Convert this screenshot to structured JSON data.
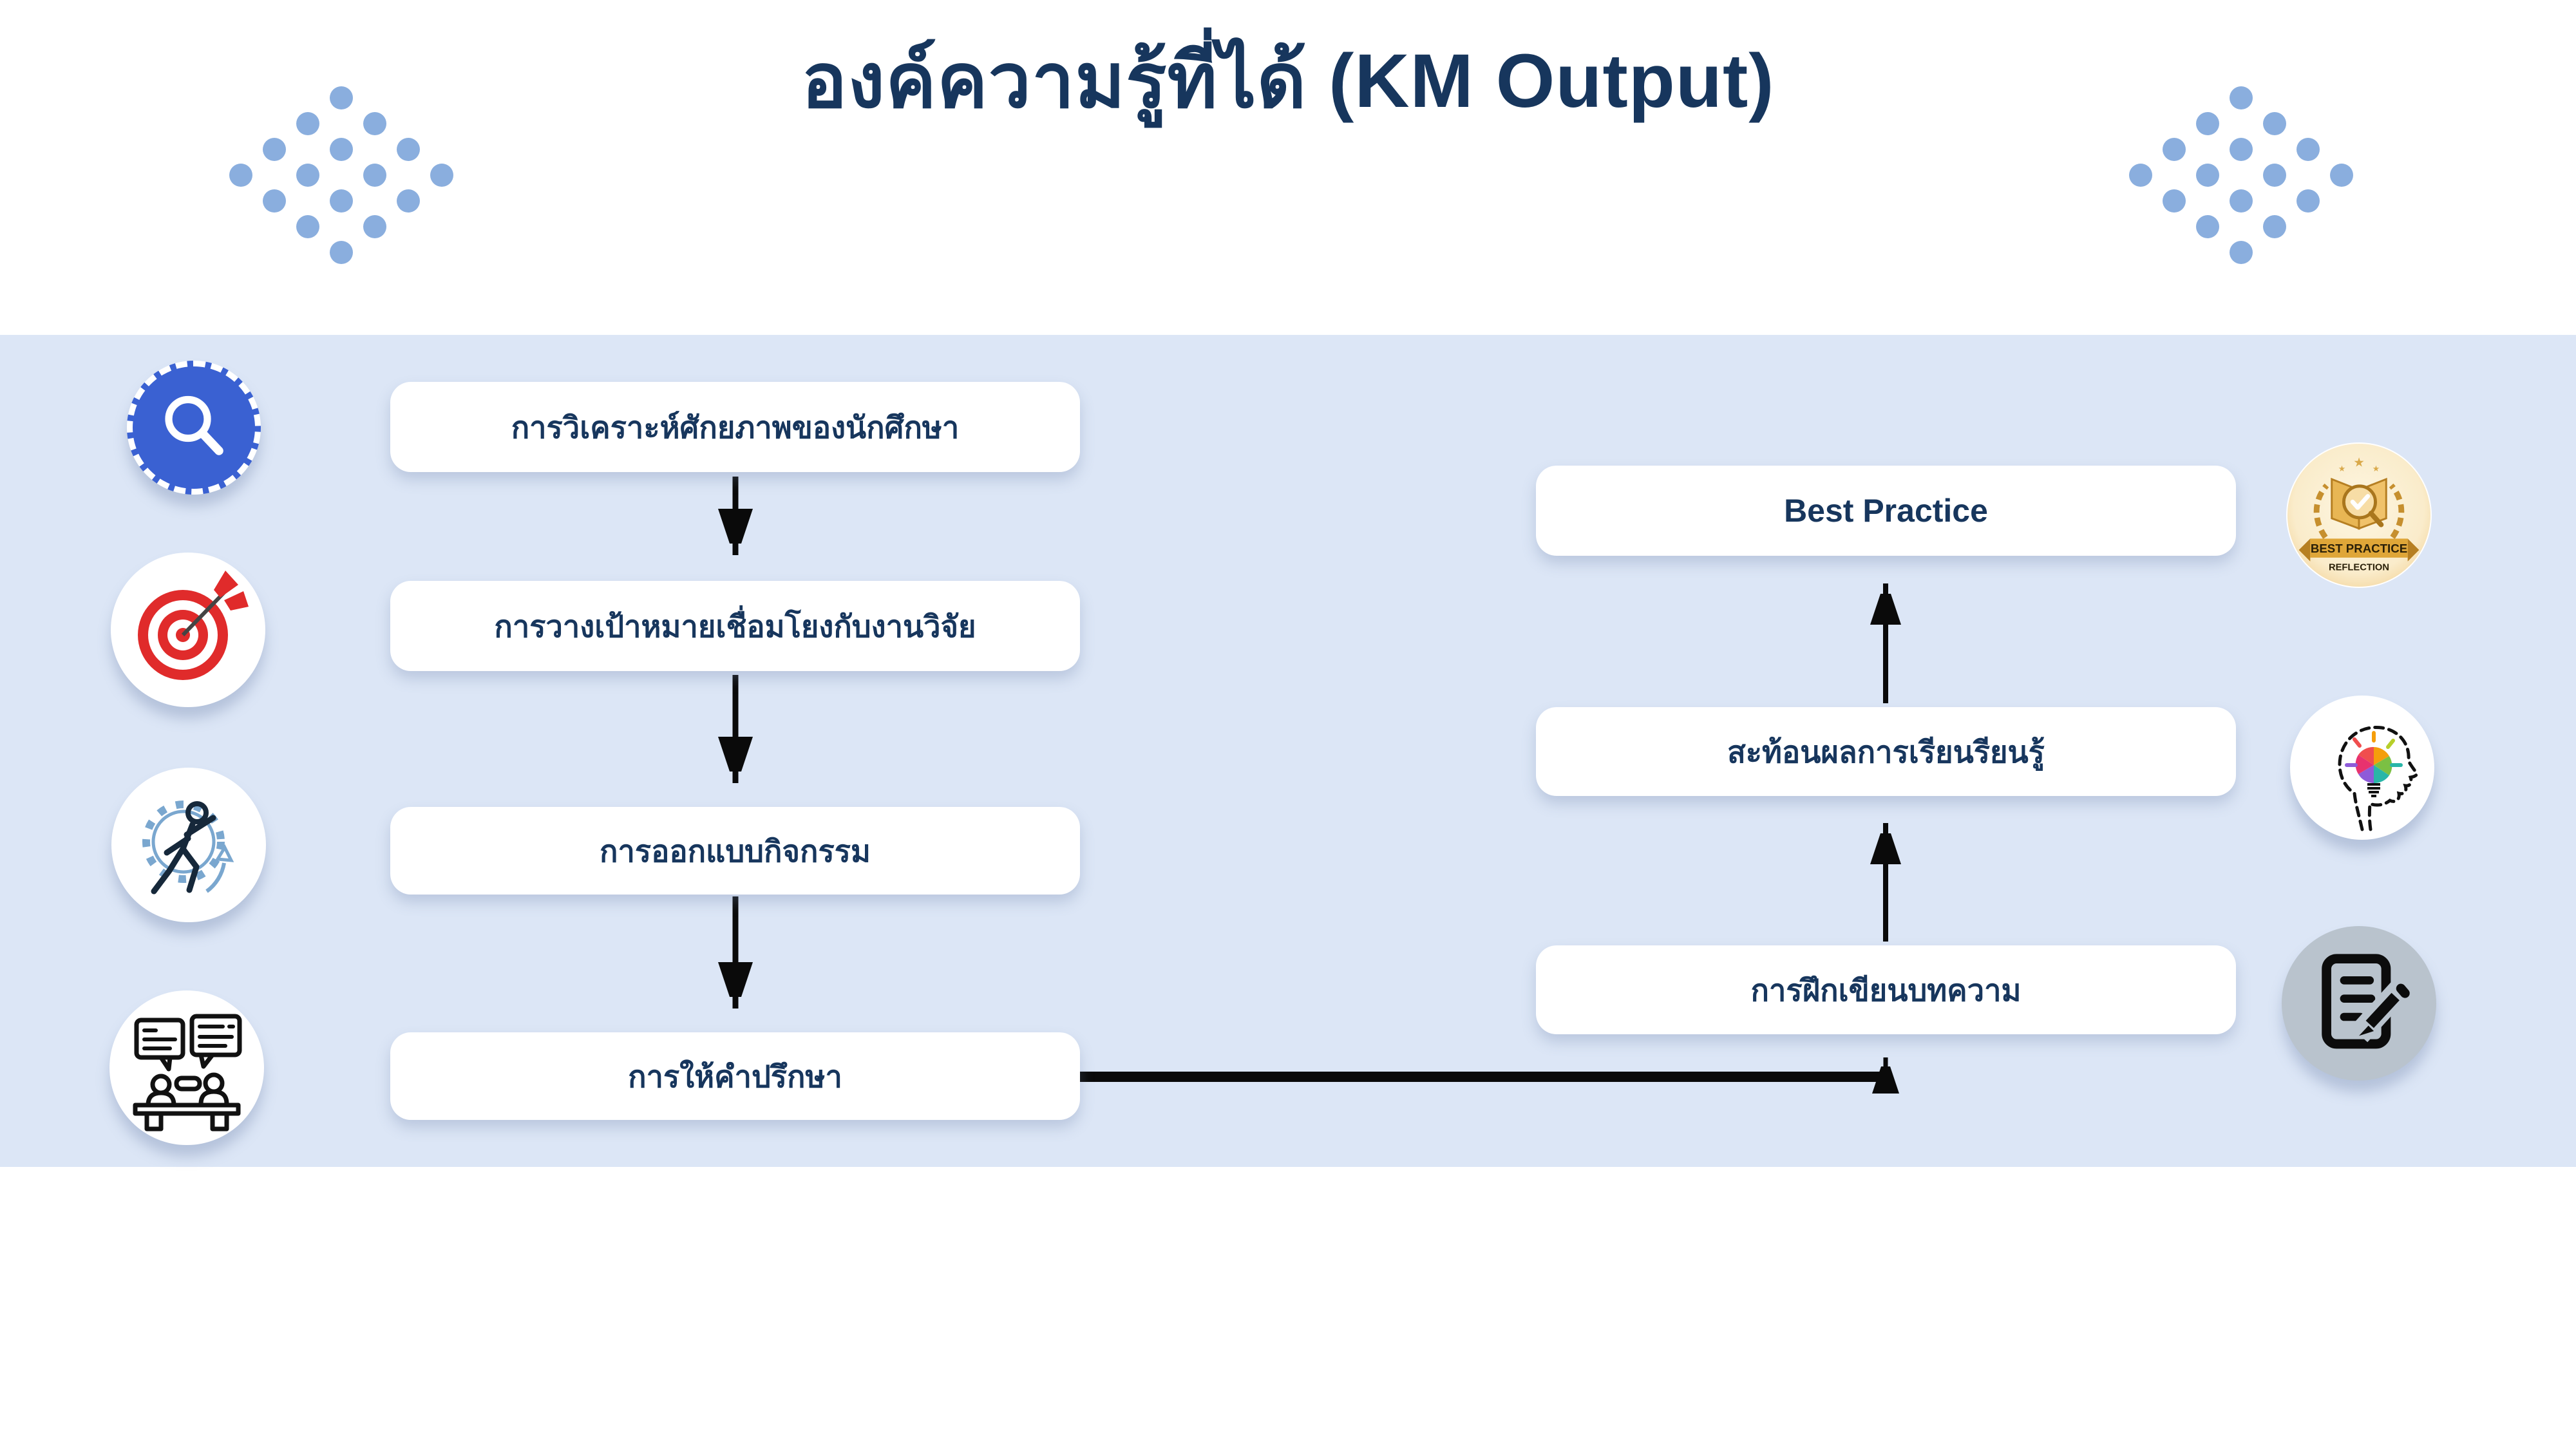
{
  "title": "องค์ความรู้ที่ได้ (KM Output)",
  "left_flow": [
    {
      "label": "การวิเคราะห์ศักยภาพของนักศึกษา",
      "icon": "magnifier-icon"
    },
    {
      "label": "การวางเป้าหมายเชื่อมโยงกับงานวิจัย",
      "icon": "target-icon"
    },
    {
      "label": "การออกแบบกิจกรรม",
      "icon": "activity-runner-icon"
    },
    {
      "label": "การให้คำปรึกษา",
      "icon": "consultation-icon"
    }
  ],
  "right_flow": [
    {
      "label": "Best Practice",
      "icon": "best-practice-badge-icon"
    },
    {
      "label": "สะท้อนผลการเรียนรียนรู้",
      "icon": "idea-head-icon"
    },
    {
      "label": "การฝึกเขียนบทความ",
      "icon": "article-writing-icon"
    }
  ],
  "badge": {
    "line1": "BEST PRACTICE",
    "line2": "REFLECTION"
  },
  "colors": {
    "accent_navy": "#17365d",
    "panel_blue": "#dce6f6",
    "dot_blue": "#8aaede",
    "search_blue": "#3a61d2",
    "target_red": "#e02b2b",
    "badge_gold": "#d9a94a",
    "doc_gray": "#b9c3cd",
    "arrow_black": "#0a0a0a"
  }
}
